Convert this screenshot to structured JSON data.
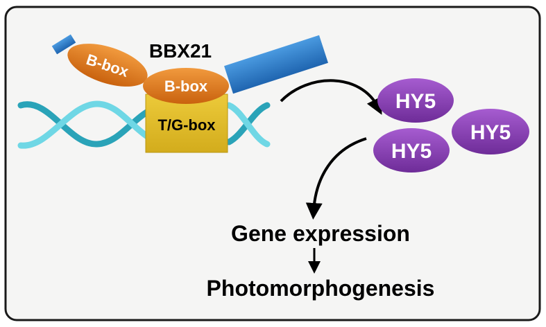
{
  "protein": {
    "name": "BBX21"
  },
  "domains": {
    "bbox_1": "B-box",
    "bbox_2": "B-box"
  },
  "dna": {
    "element": "T/G-box"
  },
  "targets": {
    "hy5_a": "HY5",
    "hy5_b": "HY5",
    "hy5_c": "HY5"
  },
  "outputs": {
    "gene_expression": "Gene expression",
    "photomorphogenesis": "Photomorphogenesis"
  },
  "colors": {
    "frame": "#1a1a1a",
    "background": "#f5f5f4",
    "bbox": "#e07a1f",
    "linker": "#2f7fcf",
    "tg_box": "#e0bd2a",
    "dna": "#41c2d6",
    "hy5": "#8a3fb5",
    "arrow": "#000000"
  }
}
